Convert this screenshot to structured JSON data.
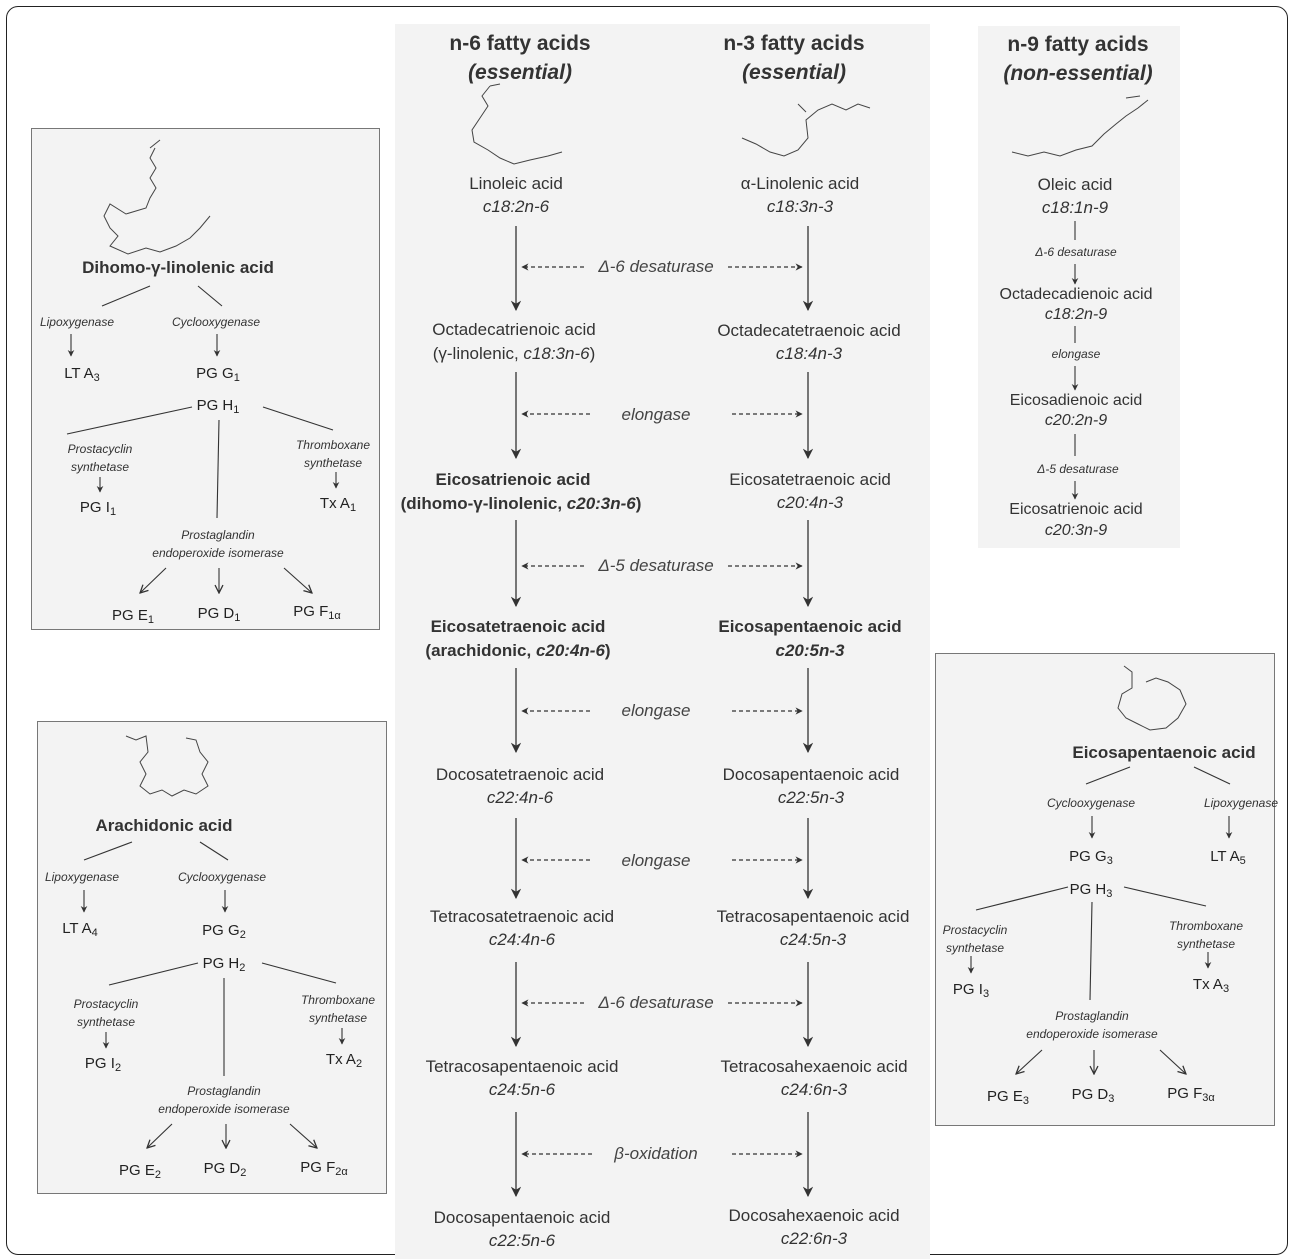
{
  "headers": {
    "n6": {
      "title": "n-6 fatty acids",
      "sub": "(essential)"
    },
    "n3": {
      "title": "n-3 fatty acids",
      "sub": "(essential)"
    },
    "n9": {
      "title": "n-9 fatty acids",
      "sub": "(non-essential)"
    }
  },
  "n6_chain": [
    {
      "name": "Linoleic acid",
      "code": "c18:2n-6"
    },
    {
      "name": "Octadecatrienoic acid",
      "code_prefix": "(γ-linolenic, ",
      "code": "c18:3n-6",
      "code_suffix": ")"
    },
    {
      "name": "Eicosatrienoic acid",
      "code_prefix": "(dihomo-γ-linolenic, ",
      "code": "c20:3n-6",
      "code_suffix": ")"
    },
    {
      "name": "Eicosatetraenoic acid",
      "code_prefix": "(arachidonic, ",
      "code": "c20:4n-6",
      "code_suffix": ")"
    },
    {
      "name": "Docosatetraenoic acid",
      "code": "c22:4n-6"
    },
    {
      "name": "Tetracosatetraenoic acid",
      "code": "c24:4n-6"
    },
    {
      "name": "Tetracosapentaenoic acid",
      "code": "c24:5n-6"
    },
    {
      "name": "Docosapentaenoic acid",
      "code": "c22:5n-6"
    }
  ],
  "n3_chain": [
    {
      "name": "α-Linolenic acid",
      "code": "c18:3n-3"
    },
    {
      "name": "Octadecatetraenoic acid",
      "code": "c18:4n-3"
    },
    {
      "name": "Eicosatetraenoic acid",
      "code": "c20:4n-3"
    },
    {
      "name": "Eicosapentaenoic acid",
      "code": "c20:5n-3"
    },
    {
      "name": "Docosapentaenoic acid",
      "code": "c22:5n-3"
    },
    {
      "name": "Tetracosapentaenoic acid",
      "code": "c24:5n-3"
    },
    {
      "name": "Tetracosahexaenoic acid",
      "code": "c24:6n-3"
    },
    {
      "name": "Docosahexaenoic acid",
      "code": "c22:6n-3"
    }
  ],
  "enzymes": [
    "Δ-6 desaturase",
    "elongase",
    "Δ-5 desaturase",
    "elongase",
    "elongase",
    "Δ-6 desaturase",
    "β-oxidation"
  ],
  "n9_chain": [
    {
      "name": "Oleic acid",
      "code": "c18:1n-9"
    },
    {
      "name": "Octadecadienoic acid",
      "code": "c18:2n-9"
    },
    {
      "name": "Eicosadienoic acid",
      "code": "c20:2n-9"
    },
    {
      "name": "Eicosatrienoic acid",
      "code": "c20:3n-9"
    }
  ],
  "n9_enzymes": [
    "Δ-6 desaturase",
    "elongase",
    "Δ-5 desaturase"
  ],
  "box_dgla": {
    "title": "Dihomo-γ-linolenic acid",
    "lipoxygenase": "Lipoxygenase",
    "cyclooxygenase": "Cyclooxygenase",
    "lt": "LT A",
    "lt_sub": "3",
    "pgg": "PG G",
    "pgg_sub": "1",
    "pgh": "PG H",
    "pgh_sub": "1",
    "prostacyclin": "Prostacyclin",
    "synthetase": "synthetase",
    "thromboxane": "Thromboxane",
    "pgi": "PG I",
    "pgi_sub": "1",
    "tx": "Tx A",
    "tx_sub": "1",
    "isomerase_1": "Prostaglandin",
    "isomerase_2": "endoperoxide isomerase",
    "pge": "PG E",
    "pge_sub": "1",
    "pgd": "PG D",
    "pgd_sub": "1",
    "pgf": "PG F",
    "pgf_sub": "1α"
  },
  "box_aa": {
    "title": "Arachidonic acid",
    "lipoxygenase": "Lipoxygenase",
    "cyclooxygenase": "Cyclooxygenase",
    "lt": "LT A",
    "lt_sub": "4",
    "pgg": "PG G",
    "pgg_sub": "2",
    "pgh": "PG H",
    "pgh_sub": "2",
    "prostacyclin": "Prostacyclin",
    "synthetase": "synthetase",
    "thromboxane": "Thromboxane",
    "pgi": "PG I",
    "pgi_sub": "2",
    "tx": "Tx A",
    "tx_sub": "2",
    "isomerase_1": "Prostaglandin",
    "isomerase_2": "endoperoxide isomerase",
    "pge": "PG E",
    "pge_sub": "2",
    "pgd": "PG D",
    "pgd_sub": "2",
    "pgf": "PG F",
    "pgf_sub": "2α"
  },
  "box_epa": {
    "title": "Eicosapentaenoic acid",
    "lipoxygenase": "Lipoxygenase",
    "cyclooxygenase": "Cyclooxygenase",
    "lt": "LT A",
    "lt_sub": "5",
    "pgg": "PG G",
    "pgg_sub": "3",
    "pgh": "PG H",
    "pgh_sub": "3",
    "prostacyclin": "Prostacyclin",
    "synthetase": "synthetase",
    "thromboxane": "Thromboxane",
    "pgi": "PG I",
    "pgi_sub": "3",
    "tx": "Tx A",
    "tx_sub": "3",
    "isomerase_1": "Prostaglandin",
    "isomerase_2": "endoperoxide isomerase",
    "pge": "PG E",
    "pge_sub": "3",
    "pgd": "PG D",
    "pgd_sub": "3",
    "pgf": "PG F",
    "pgf_sub": "3α"
  }
}
